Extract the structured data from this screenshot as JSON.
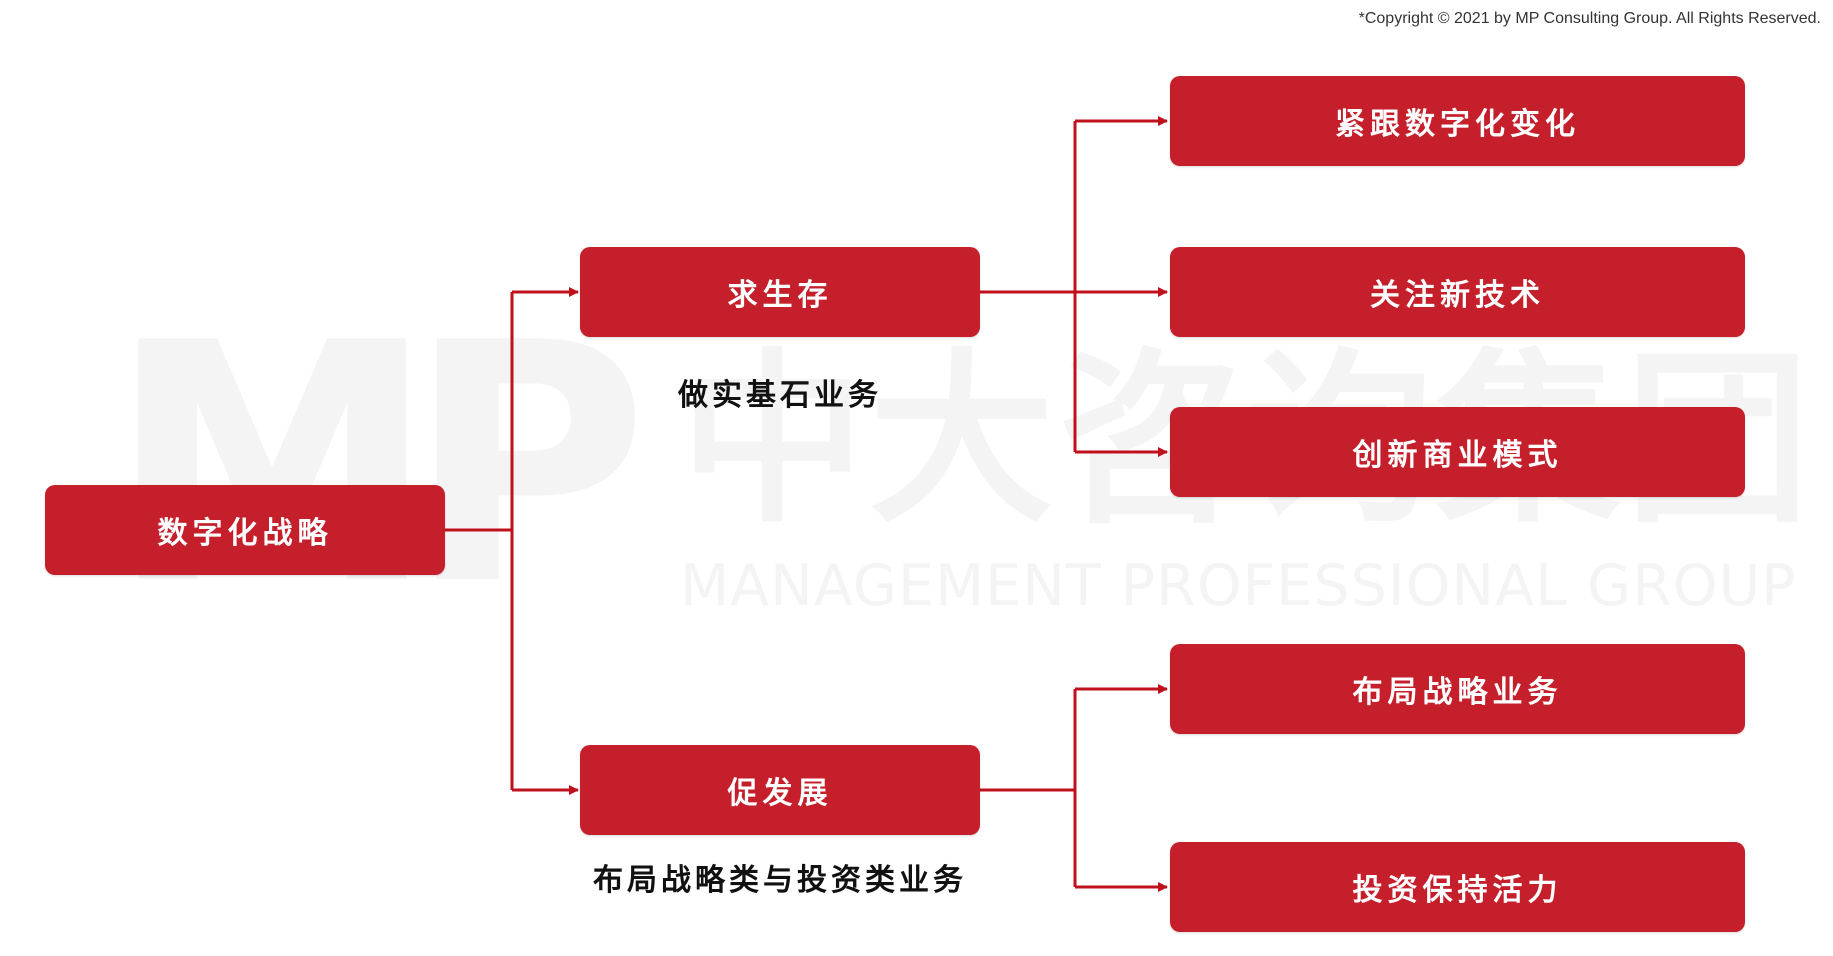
{
  "copyright": "*Copyright © 2021 by MP Consulting Group. All Rights Reserved.",
  "watermark": {
    "logo": "MP",
    "chinese": "中大咨询集团",
    "english": "MANAGEMENT PROFESSIONAL GROUP"
  },
  "colors": {
    "box": "#c51f2c",
    "arrow": "#c0101c"
  },
  "root": {
    "label": "数字化战略"
  },
  "branches": [
    {
      "label": "求生存",
      "caption": "做实基石业务",
      "children": [
        "紧跟数字化变化",
        "关注新技术",
        "创新商业模式"
      ]
    },
    {
      "label": "促发展",
      "caption": "布局战略类与投资类业务",
      "children": [
        "布局战略业务",
        "投资保持活力"
      ]
    }
  ]
}
